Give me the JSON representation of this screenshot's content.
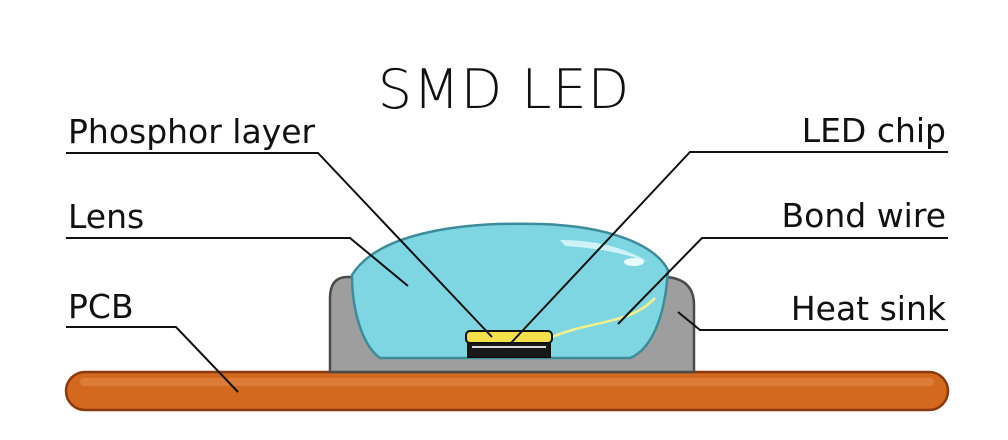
{
  "title": "SMD LED",
  "labels": {
    "phosphor_layer": "Phosphor layer",
    "lens": "Lens",
    "pcb": "PCB",
    "led_chip": "LED chip",
    "bond_wire": "Bond wire",
    "heat_sink": "Heat sink"
  },
  "colors": {
    "pcb": "#D2691E",
    "pcb_outline": "#8B3A0E",
    "heat_sink": "#9E9E9E",
    "heat_sink_outline": "#4A4A4A",
    "lens": "#7ED6E3",
    "lens_highlight": "#BFEFF5",
    "phosphor": "#F2E14A",
    "chip": "#1A1A1A",
    "bond_wire": "#F6F08A",
    "line": "#111111"
  }
}
